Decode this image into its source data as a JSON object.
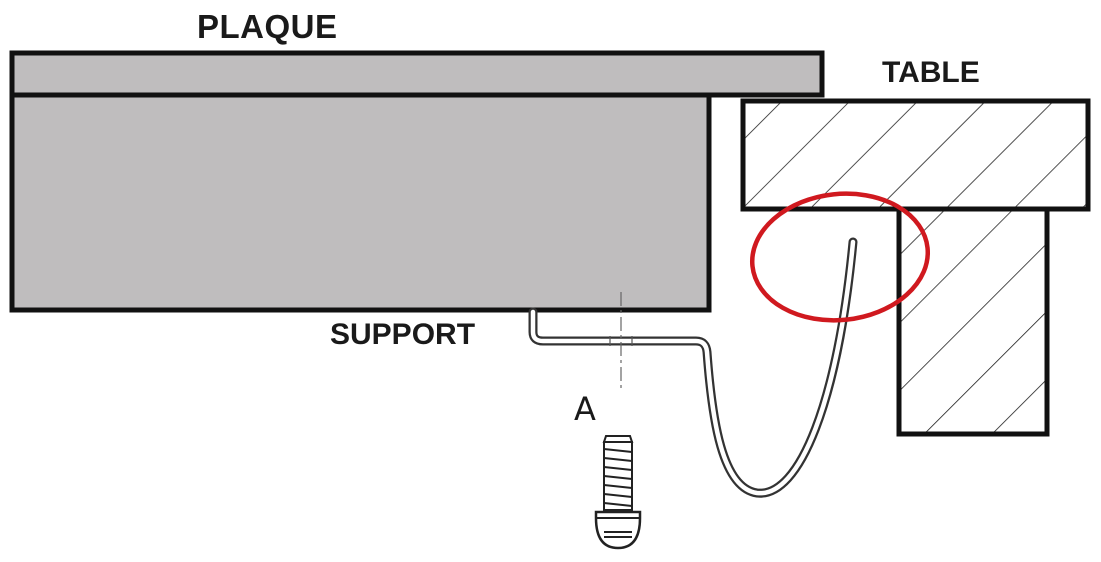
{
  "labels": {
    "plaque": "PLAQUE",
    "table": "TABLE",
    "support": "SUPPORT",
    "screw": "A"
  },
  "colors": {
    "plaque_fill": "#bfbdbe",
    "outline": "#111111",
    "highlight_circle": "#d0191f",
    "hatch": "#222222"
  },
  "icons": {
    "screw": "screw-icon"
  }
}
